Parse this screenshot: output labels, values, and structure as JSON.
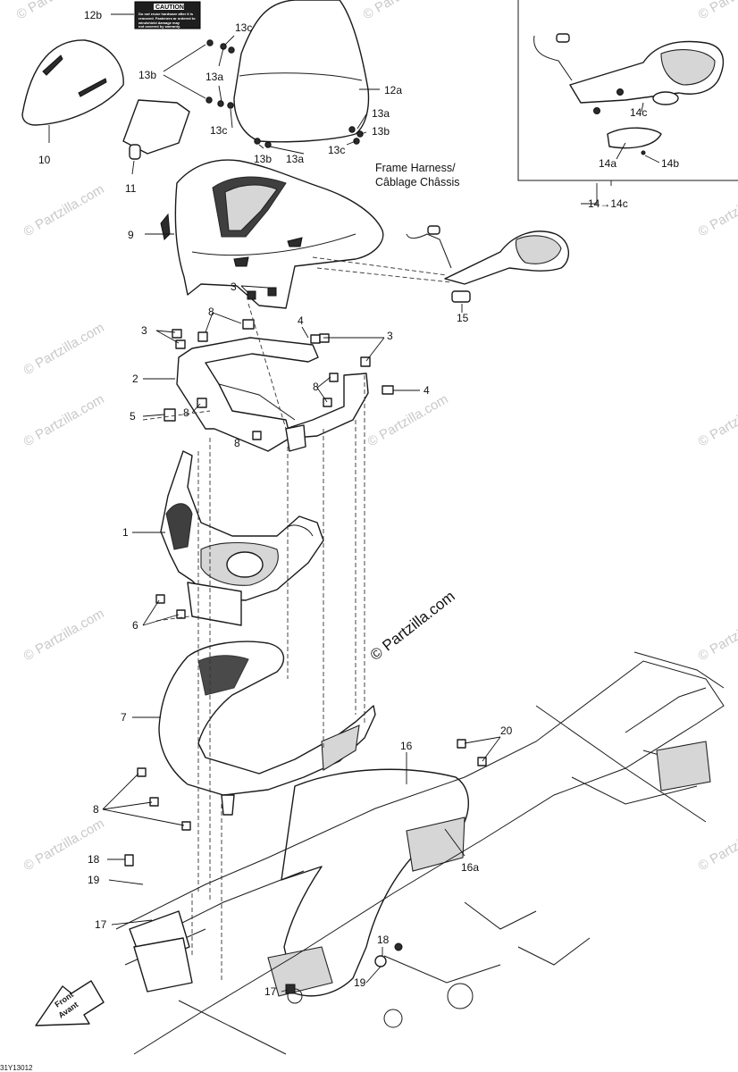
{
  "diagram": {
    "callouts": {
      "p1": "1",
      "p2": "2",
      "p3a": "3",
      "p3b": "3",
      "p3c": "3",
      "p4a": "4",
      "p4b": "4",
      "p5": "5",
      "p6": "6",
      "p7": "7",
      "p8a": "8",
      "p8b": "8",
      "p8c": "8",
      "p8d": "8",
      "p8e": "8",
      "p9": "9",
      "p10": "10",
      "p11": "11",
      "p12a": "12a",
      "p12b": "12b",
      "p13a1": "13a",
      "p13a2": "13a",
      "p13a3": "13a",
      "p13b1": "13b",
      "p13b2": "13b",
      "p13b3": "13b",
      "p13c1": "13c",
      "p13c2": "13c",
      "p13c3": "13c",
      "p14a": "14a",
      "p14b": "14b",
      "p14c": "14c",
      "p14range": "14→14c",
      "p15": "15",
      "p16": "16",
      "p16a": "16a",
      "p17a": "17",
      "p17b": "17",
      "p18a": "18",
      "p18b": "18",
      "p19a": "19",
      "p19b": "19",
      "p20": "20"
    },
    "frame_harness_label_en": "Frame Harness/",
    "frame_harness_label_fr": "Câblage Châssis",
    "caution_title": "CAUTION",
    "caution_lines": [
      "Do not reuse hardware after it is",
      "removed. Fasteners ar ordered to",
      "windshield damage may",
      "not covered by warranty."
    ],
    "front_label_en": "Front",
    "front_label_fr": "Avant",
    "watermark_main": "© Partzilla.com",
    "watermark_small": "© Partzilla.com",
    "footer_code": "31Y13012"
  },
  "colors": {
    "line": "#1a1a1a",
    "watermark": "#c9c9c9",
    "background": "#ffffff"
  }
}
